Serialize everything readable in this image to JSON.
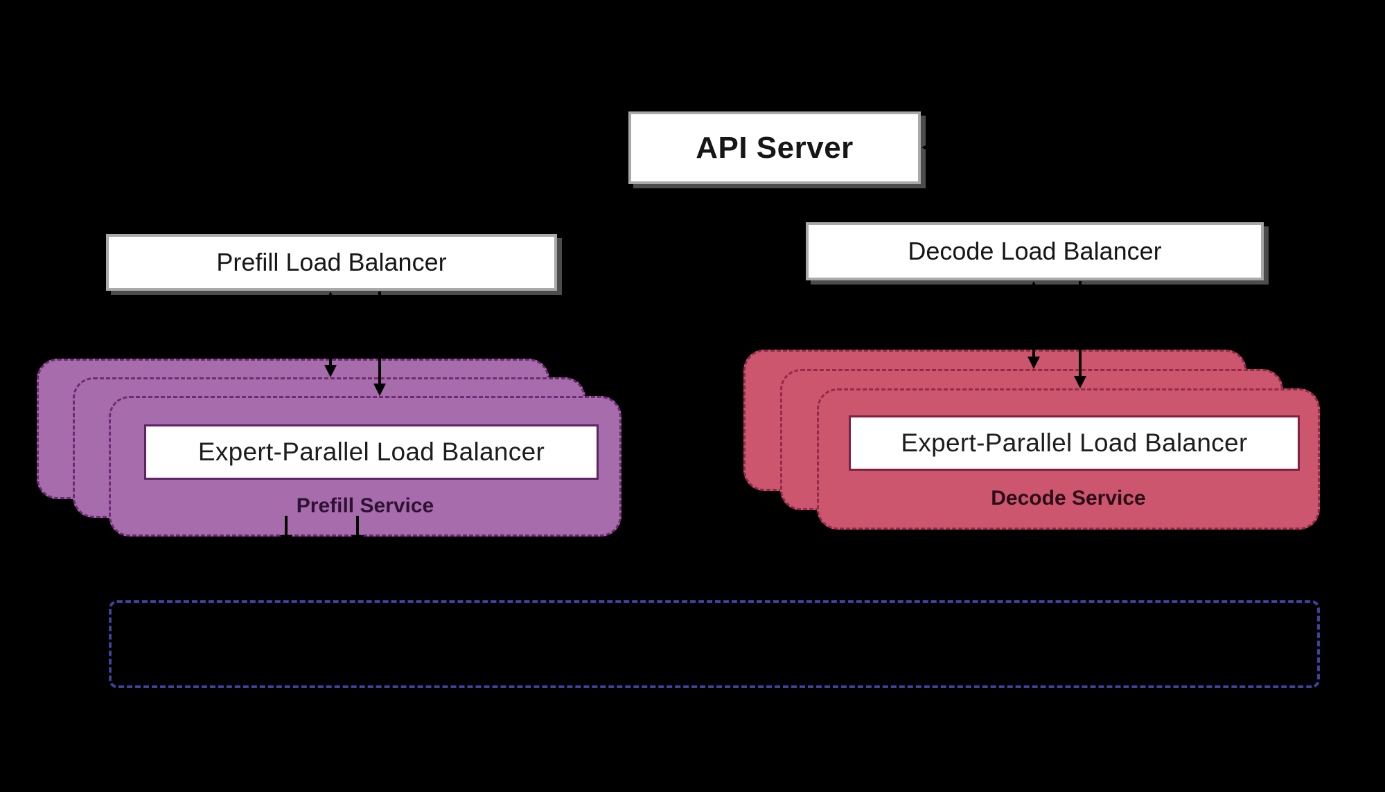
{
  "diagram": {
    "background_color": "#000000",
    "arrow_color": "#000000",
    "nodes": {
      "api_server": "API Server",
      "prefill_load_balancer": "Prefill Load Balancer",
      "decode_load_balancer": "Decode Load Balancer"
    },
    "prefill_service": {
      "expert_parallel_lb": "Expert-Parallel Load Balancer",
      "label": "Prefill Service",
      "replica_count": 3,
      "fill_color": "#a76cab",
      "dash_color": "#6e2a74"
    },
    "decode_service": {
      "expert_parallel_lb": "Expert-Parallel Load Balancer",
      "label": "Decode Service",
      "replica_count": 3,
      "fill_color": "#cd566f",
      "dash_color": "#922a48"
    },
    "cluster_boundary": {
      "label": "",
      "dash_color": "#3f41a0"
    }
  }
}
